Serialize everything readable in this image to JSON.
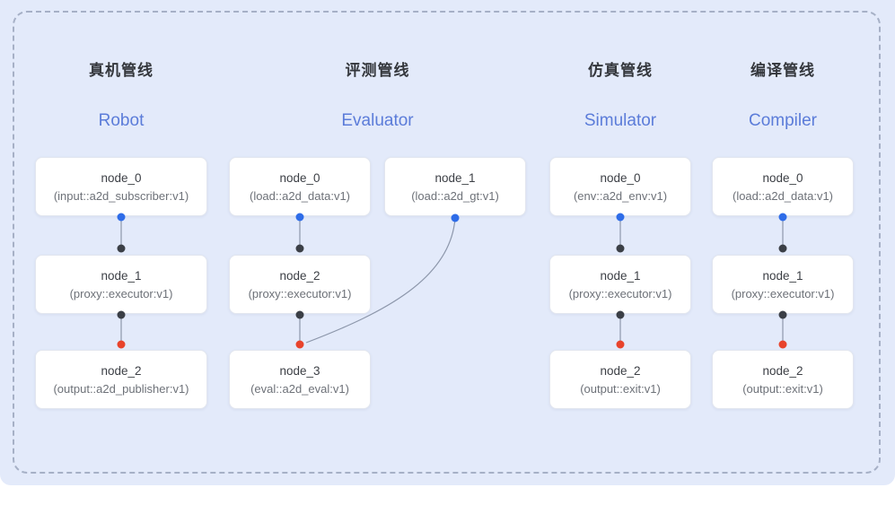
{
  "pipelines": [
    {
      "title_zh": "真机管线",
      "title_en": "Robot",
      "nodes": [
        {
          "label": "node_0",
          "type": "(input::a2d_subscriber:v1)"
        },
        {
          "label": "node_1",
          "type": "(proxy::executor:v1)"
        },
        {
          "label": "node_2",
          "type": "(output::a2d_publisher:v1)"
        }
      ],
      "edges": [
        "node_0 -> node_1",
        "node_1 -> node_2"
      ]
    },
    {
      "title_zh": "评测管线",
      "title_en": "Evaluator",
      "nodes": [
        {
          "label": "node_0",
          "type": "(load::a2d_data:v1)"
        },
        {
          "label": "node_1",
          "type": "(load::a2d_gt:v1)"
        },
        {
          "label": "node_2",
          "type": "(proxy::executor:v1)"
        },
        {
          "label": "node_3",
          "type": "(eval::a2d_eval:v1)"
        }
      ],
      "edges": [
        "node_0 -> node_2",
        "node_1 -> node_3",
        "node_2 -> node_3"
      ]
    },
    {
      "title_zh": "仿真管线",
      "title_en": "Simulator",
      "nodes": [
        {
          "label": "node_0",
          "type": "(env::a2d_env:v1)"
        },
        {
          "label": "node_1",
          "type": "(proxy::executor:v1)"
        },
        {
          "label": "node_2",
          "type": "(output::exit:v1)"
        }
      ],
      "edges": [
        "node_0 -> node_1",
        "node_1 -> node_2"
      ]
    },
    {
      "title_zh": "编译管线",
      "title_en": "Compiler",
      "nodes": [
        {
          "label": "node_0",
          "type": "(load::a2d_data:v1)"
        },
        {
          "label": "node_1",
          "type": "(proxy::executor:v1)"
        },
        {
          "label": "node_2",
          "type": "(output::exit:v1)"
        }
      ],
      "edges": [
        "node_0 -> node_1",
        "node_1 -> node_2"
      ]
    }
  ],
  "colors": {
    "panel_background": "#e3eafa",
    "dashed_border": "#a6b0c6",
    "title_en_blue": "#5b7cd9",
    "port_output_blue": "#2e6ce8",
    "port_neutral_dark": "#3b3f46",
    "port_input_red": "#e8432c",
    "wire_gray": "#8d97ab"
  }
}
